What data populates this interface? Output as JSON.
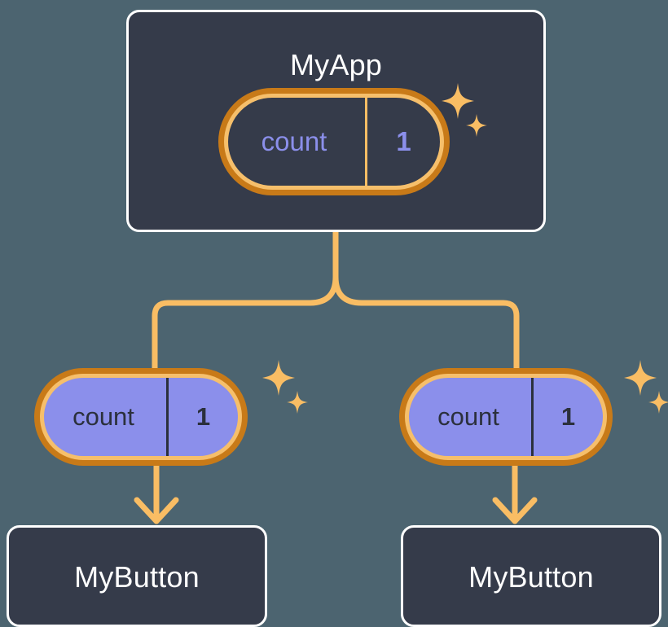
{
  "diagram": {
    "background_color": "#4c6470",
    "accent_color": "#f9bd64",
    "ring_outer_color": "#c87a18",
    "ring_inner_color": "#f6bf6b",
    "card_fill_color": "#353b4a",
    "card_border_color": "#ffffff",
    "state_purple_color": "#8b8feb",
    "text_dark_color": "#2b303c"
  },
  "nodes": {
    "root": {
      "title": "MyApp",
      "state": {
        "key": "count",
        "value": "1"
      }
    },
    "children": [
      {
        "state": {
          "key": "count",
          "value": "1"
        },
        "title": "MyButton"
      },
      {
        "state": {
          "key": "count",
          "value": "1"
        },
        "title": "MyButton"
      }
    ]
  },
  "icons": {
    "sparkle_large": "sparkle-icon",
    "sparkle_small": "sparkle-icon",
    "arrow": "arrow-down-icon"
  }
}
